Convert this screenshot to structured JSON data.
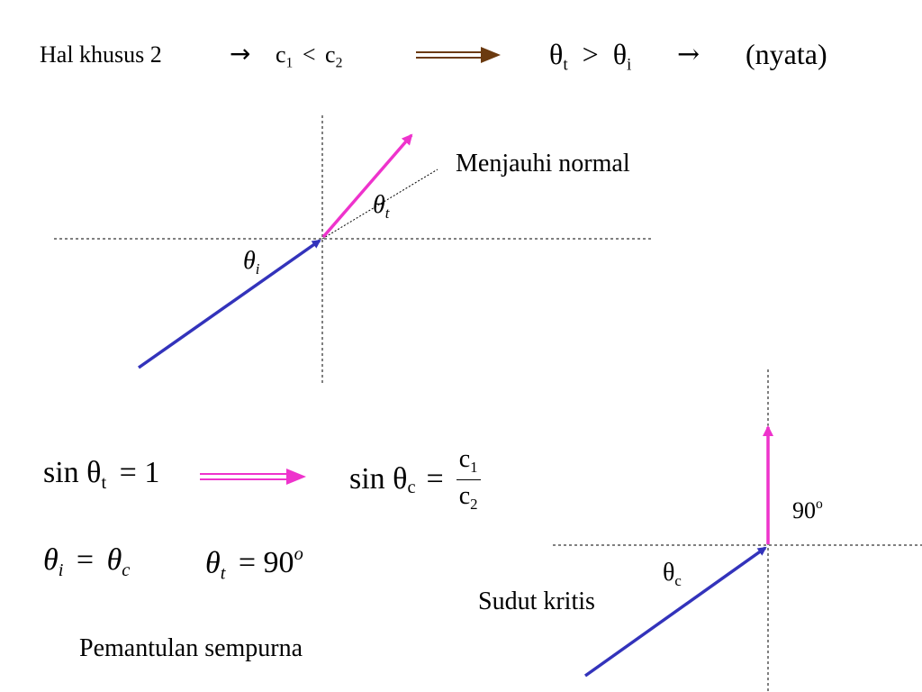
{
  "header": {
    "case_label": "Hal khusus 2",
    "arrow_symbol": "→",
    "c1": "c",
    "c1_sub": "1",
    "lt": "<",
    "c2": "c",
    "c2_sub": "2",
    "theta_t": "θ",
    "theta_t_sub": "t",
    "gt": ">",
    "theta_i": "θ",
    "theta_i_sub": "i",
    "arrow2": "→",
    "result": "(nyata)"
  },
  "diagram1": {
    "label_away": "Menjauhi normal",
    "theta_t": "θ",
    "theta_t_sub": "t",
    "theta_i": "θ",
    "theta_i_sub": "i"
  },
  "eq1": {
    "lhs": "sin θ",
    "lhs_sub": "t",
    "rhs": "= 1",
    "sin_c": "sin θ",
    "sin_c_sub": "c",
    "eq": "=",
    "num": "c",
    "num_sub": "1",
    "den": "c",
    "den_sub": "2"
  },
  "eq2": {
    "theta_i": "θ",
    "theta_i_sub": "i",
    "eq": "=",
    "theta_c": "θ",
    "theta_c_sub": "c",
    "theta_t": "θ",
    "theta_t_sub": "t",
    "eq_t": "= 90",
    "deg": "o"
  },
  "footer": {
    "total_reflection": "Pemantulan sempurna"
  },
  "diagram2": {
    "angle_90": "90",
    "angle_90_sup": "o",
    "theta_c": "θ",
    "theta_c_sub": "c",
    "critical_label": "Sudut kritis"
  },
  "colors": {
    "incident": "#3333bb",
    "refracted": "#ee33cc",
    "implies_arrow": "#6b3a10",
    "implies_arrow2": "#ee33cc"
  }
}
